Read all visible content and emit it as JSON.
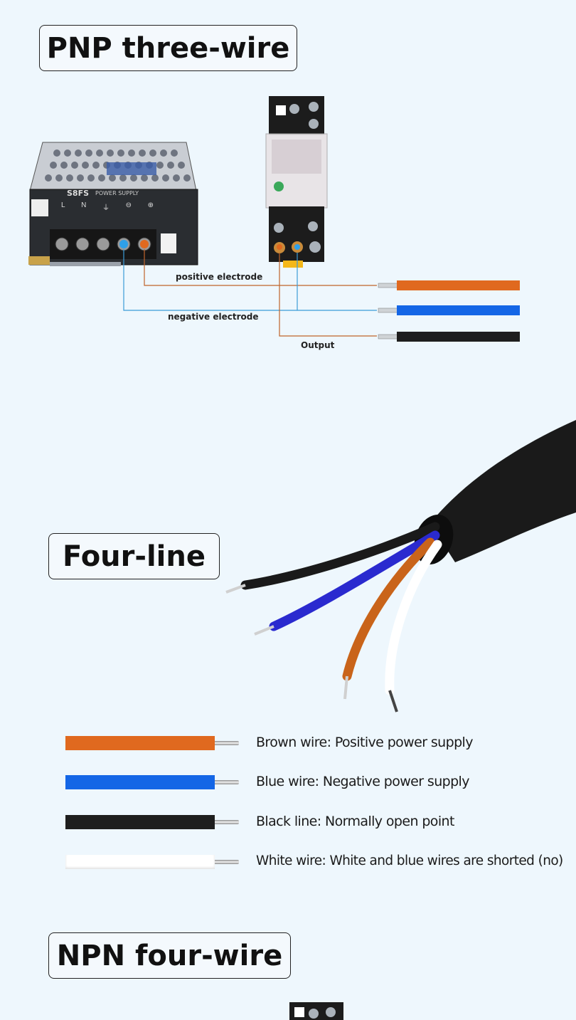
{
  "sections": {
    "pnp_title": "PNP three-wire",
    "four_line_title": "Four-line",
    "npn_title": "NPN four-wire"
  },
  "pnp_diagram": {
    "power_supply_brand": "S8FS",
    "power_supply_label": "POWER SUPPLY",
    "terminal_labels": [
      "L",
      "N",
      "⏚",
      "⊖",
      "⊕"
    ],
    "labels": {
      "positive": "positive electrode",
      "negative": "negative electrode",
      "output": "Output"
    }
  },
  "legend": [
    {
      "color": "#e0691f",
      "text": "Brown wire: Positive power supply"
    },
    {
      "color": "#1466e6",
      "text": "Blue wire: Negative power supply"
    },
    {
      "color": "#1e1e1e",
      "text": "Black line: Normally open point"
    },
    {
      "color": "#ffffff",
      "text": "White wire: White and blue wires are shorted (no)"
    }
  ],
  "colors": {
    "brown": "#e0691f",
    "blue": "#1466e6",
    "black": "#1e1e1e",
    "white": "#ffffff",
    "background": "#eef7fd"
  }
}
